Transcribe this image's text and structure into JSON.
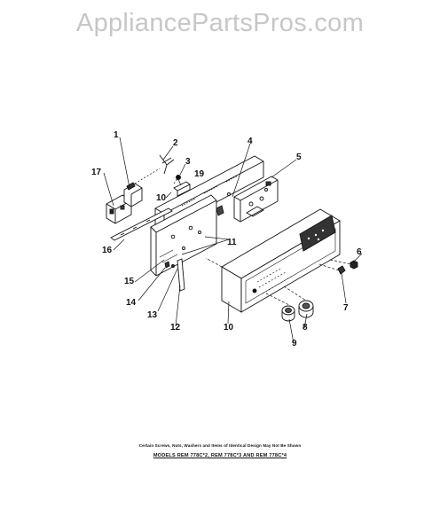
{
  "watermark": "AppliancePartsPros.com",
  "callouts": [
    {
      "id": "1",
      "text": "1"
    },
    {
      "id": "2",
      "text": "2"
    },
    {
      "id": "3",
      "text": "3"
    },
    {
      "id": "4",
      "text": "4"
    },
    {
      "id": "5",
      "text": "5"
    },
    {
      "id": "6",
      "text": "6"
    },
    {
      "id": "7",
      "text": "7"
    },
    {
      "id": "8",
      "text": "8"
    },
    {
      "id": "9",
      "text": "9"
    },
    {
      "id": "10a",
      "text": "10"
    },
    {
      "id": "10b",
      "text": "10"
    },
    {
      "id": "11",
      "text": "11"
    },
    {
      "id": "12",
      "text": "12"
    },
    {
      "id": "13",
      "text": "13"
    },
    {
      "id": "14",
      "text": "14"
    },
    {
      "id": "15",
      "text": "15"
    },
    {
      "id": "16",
      "text": "16"
    },
    {
      "id": "17",
      "text": "17"
    },
    {
      "id": "19",
      "text": "19"
    }
  ],
  "footer": {
    "note": "Certain Screws, Nuts, Washers and Items of Identical Design May Not Be Shown",
    "models": "MODELS REM 778C*2, REM 778C*3 AND REM 778C*4"
  }
}
